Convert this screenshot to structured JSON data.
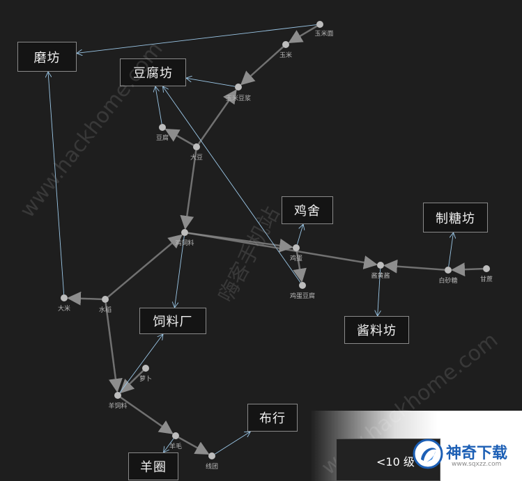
{
  "buildings": [
    {
      "id": "mofang",
      "label": "磨坊"
    },
    {
      "id": "doufufang",
      "label": "豆腐坊"
    },
    {
      "id": "jishe",
      "label": "鸡舍"
    },
    {
      "id": "zhitangfang",
      "label": "制糖坊"
    },
    {
      "id": "siliaochang",
      "label": "饲料厂"
    },
    {
      "id": "jiangliaofang",
      "label": "酱料坊"
    },
    {
      "id": "buhang",
      "label": "布行"
    },
    {
      "id": "yangjuan",
      "label": "羊圈"
    }
  ],
  "items": [
    {
      "id": "yumimian",
      "label": "玉米面"
    },
    {
      "id": "yumi",
      "label": "玉米"
    },
    {
      "id": "yumidoujiang",
      "label": "玉米豆浆"
    },
    {
      "id": "doufu",
      "label": "豆腐"
    },
    {
      "id": "dadou",
      "label": "大豆"
    },
    {
      "id": "jisiliao",
      "label": "鸡饲料"
    },
    {
      "id": "jidan",
      "label": "鸡蛋"
    },
    {
      "id": "jidandoufu",
      "label": "鸡蛋豆腐"
    },
    {
      "id": "jiangyou",
      "label": "酱黄酱"
    },
    {
      "id": "baishatang",
      "label": "白砂糖"
    },
    {
      "id": "ganzhe",
      "label": "甘蔗"
    },
    {
      "id": "dami",
      "label": "大米"
    },
    {
      "id": "shuidao",
      "label": "水稻"
    },
    {
      "id": "luobo",
      "label": "萝卜"
    },
    {
      "id": "yangsiliao",
      "label": "羊饲料"
    },
    {
      "id": "yangmao",
      "label": "羊毛"
    },
    {
      "id": "xiantuan",
      "label": "线团"
    }
  ],
  "watermarks": [
    "www.hackhome.com",
    "嗨客手机站",
    "www.hackhome.com"
  ],
  "level_label": "<10 级",
  "logo": {
    "name": "神奇下载",
    "url": "www.sqxzz.com"
  },
  "colors": {
    "background": "#1e1e1e",
    "node": "#bdbdbd",
    "edge": "#8d8d8d",
    "arrow_blue": "#9cc8e8",
    "brand": "#1c5fb5"
  }
}
